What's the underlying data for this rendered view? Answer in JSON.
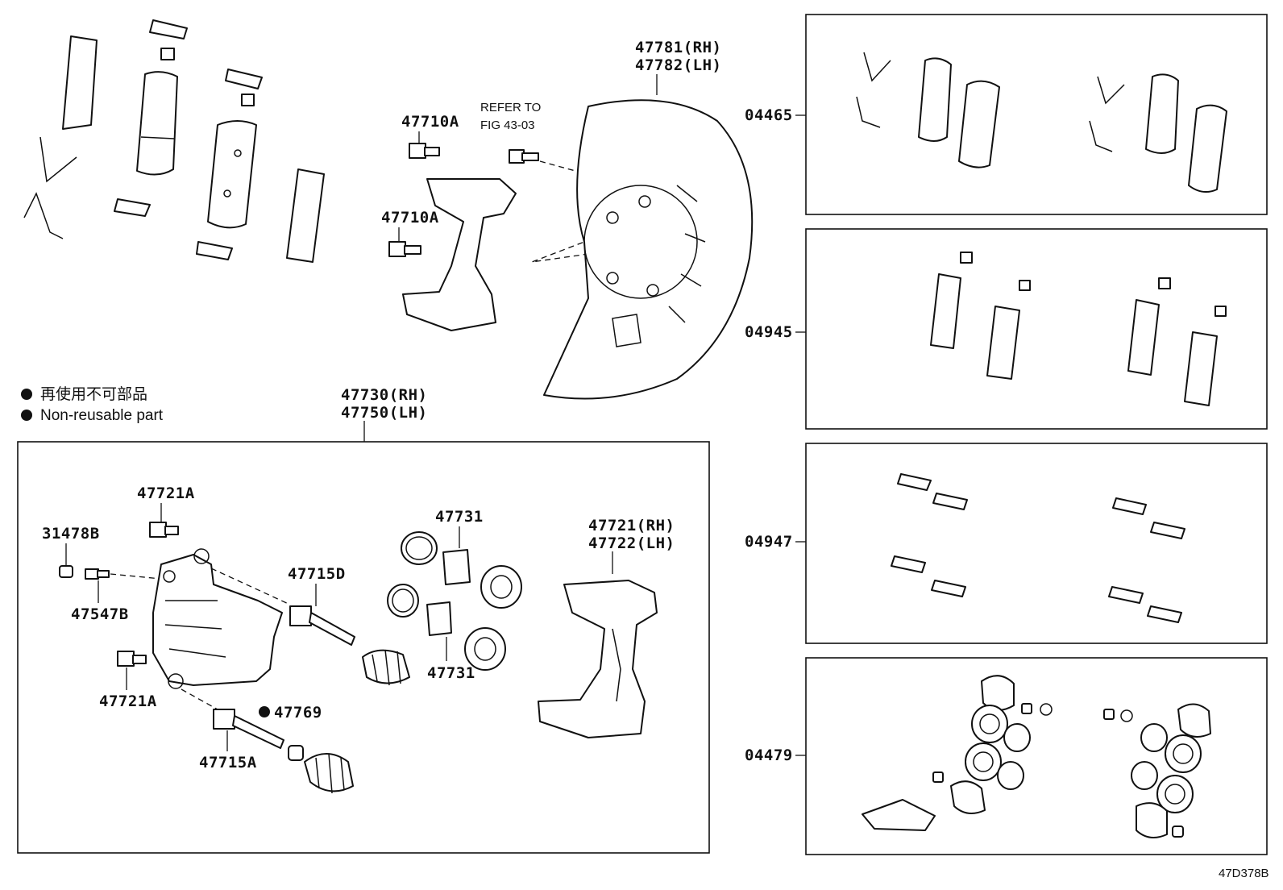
{
  "legend": {
    "japanese": "再使用不可部品",
    "english": "Non-reusable part"
  },
  "labels": {
    "bolt_a_top": "47710A",
    "bolt_a_mid": "47710A",
    "refer_to": "REFER TO",
    "refer_fig": "FIG 43-03",
    "cover_rh": "47781(RH)",
    "cover_lh": "47782(LH)",
    "caliper_rh": "47730(RH)",
    "caliper_lh": "47750(LH)",
    "bleeder_a_top": "47721A",
    "cap": "31478B",
    "bleeder": "47547B",
    "bleeder_a_bottom": "47721A",
    "pin_d": "47715D",
    "pin_a": "47715A",
    "bushing": "47769",
    "piston_top": "47731",
    "piston_bottom": "47731",
    "mount_rh": "47721(RH)",
    "mount_lh": "47722(LH)"
  },
  "kits": {
    "pad_kit": "04465",
    "shim_kit": "04945",
    "fitting_kit": "04947",
    "seal_kit": "04479"
  },
  "figure_code": "47D378B"
}
